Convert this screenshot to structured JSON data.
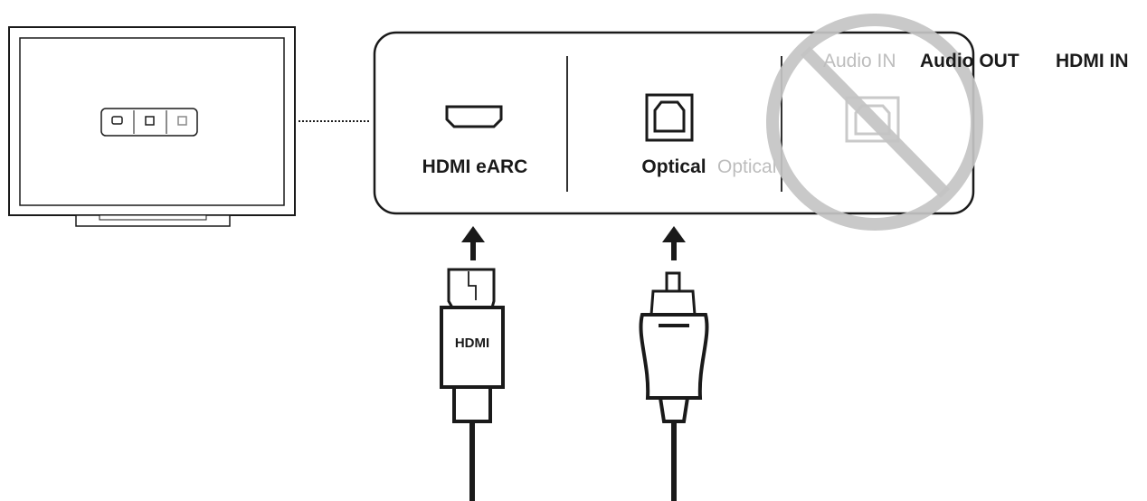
{
  "ports": {
    "hdmi_label": "HDMI eARC",
    "optical_label": "Optical",
    "optical_grey_label": "Optical"
  },
  "headers": {
    "audio_in": "Audio IN",
    "audio_out": "Audio OUT",
    "hdmi_in": "HDMI IN"
  },
  "cables": {
    "hdmi_label": "HDMI"
  },
  "icons": {
    "prohibited": "prohibited-sign-icon",
    "hdmi_port": "hdmi-port-icon",
    "optical_port": "optical-port-icon",
    "hdmi_plug": "hdmi-plug-icon",
    "optical_plug": "optical-plug-icon",
    "arrow": "arrow-up-icon"
  },
  "colors": {
    "line": "#1a1a1a",
    "muted": "#bdbdbd",
    "prohibit": "#c4c4c4"
  }
}
